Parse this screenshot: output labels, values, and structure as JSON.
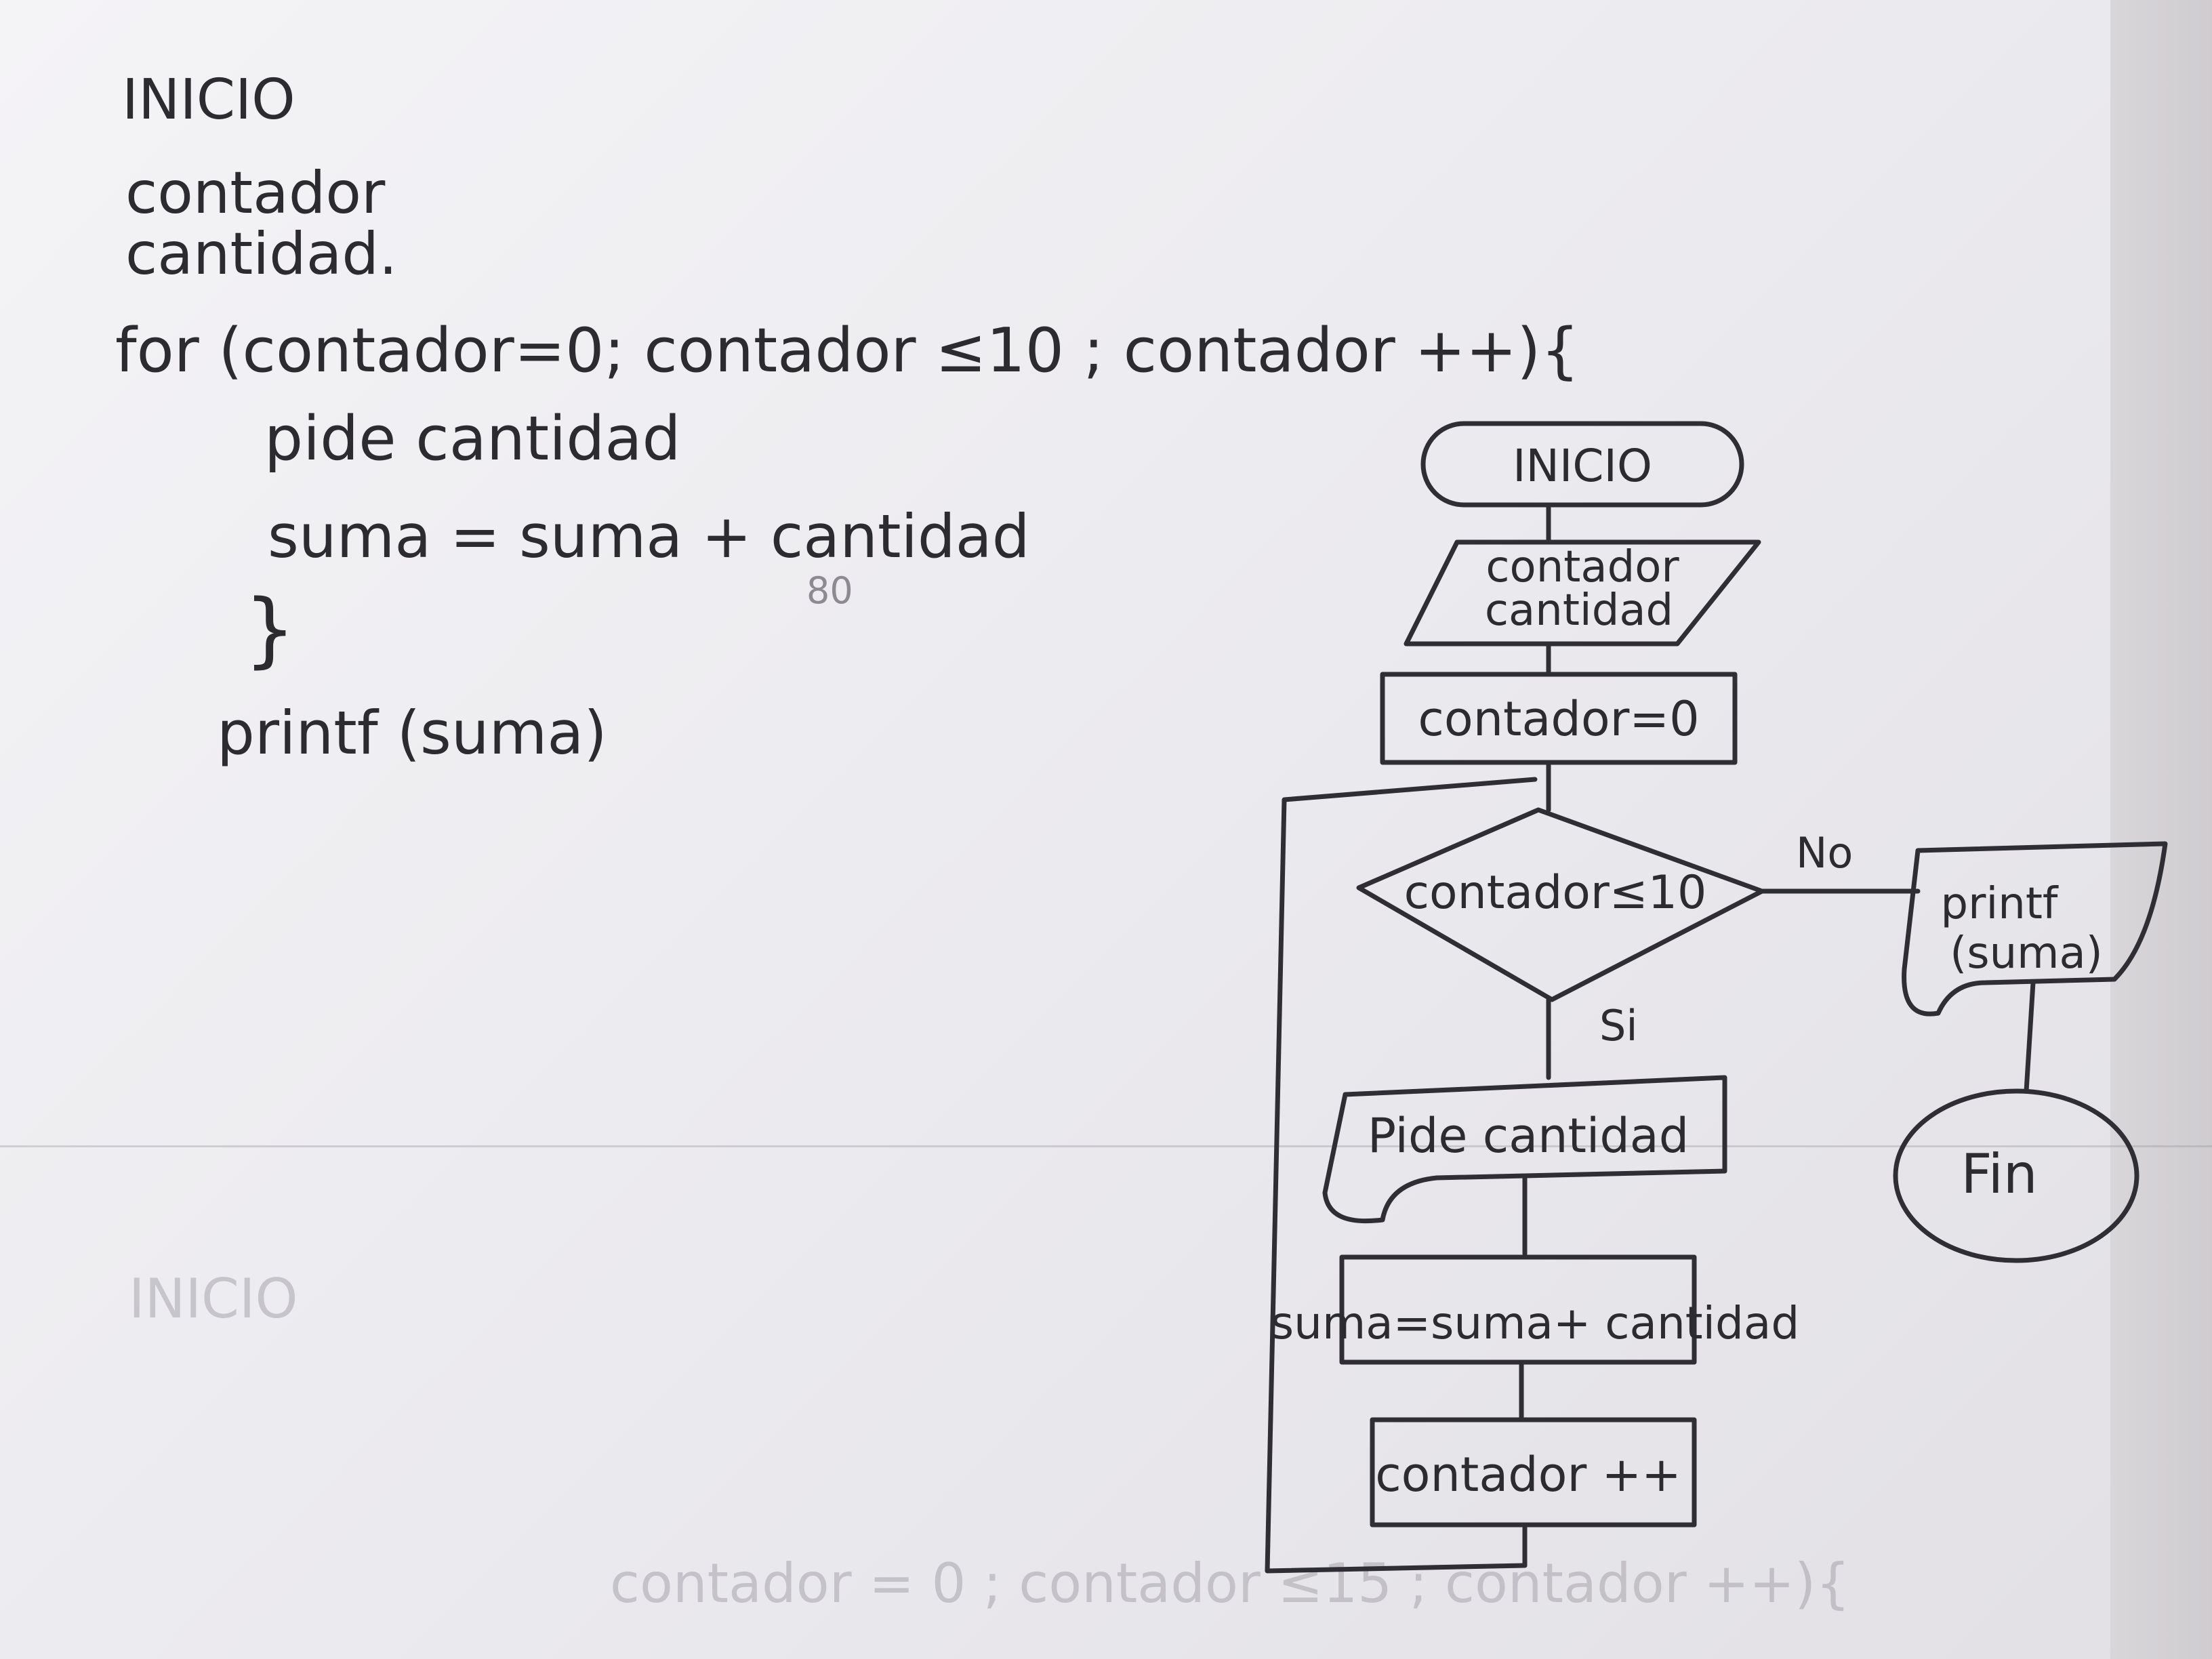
{
  "pseudocode": {
    "line1": "INICIO",
    "line2": "contador",
    "line3": "cantidad.",
    "line4": "for (contador=0; contador ≤10 ; contador ++){",
    "line5": "pide cantidad",
    "line6": "suma = suma + cantidad",
    "line7": "}",
    "line8": "printf (suma)"
  },
  "flowchart": {
    "start": "INICIO",
    "input_line1": "contador",
    "input_line2": "cantidad",
    "init": "contador=0",
    "decision": "contador≤10",
    "label_no": "No",
    "label_si": "Si",
    "output_line1": "printf",
    "output_line2": "(suma)",
    "end": "Fin",
    "read": "Pide cantidad",
    "assign": "suma=suma+ cantidad",
    "increment": "contador ++"
  },
  "margin_mark": "80",
  "colors": {
    "paper": "#efeef1",
    "ink": "#2b2b30"
  }
}
